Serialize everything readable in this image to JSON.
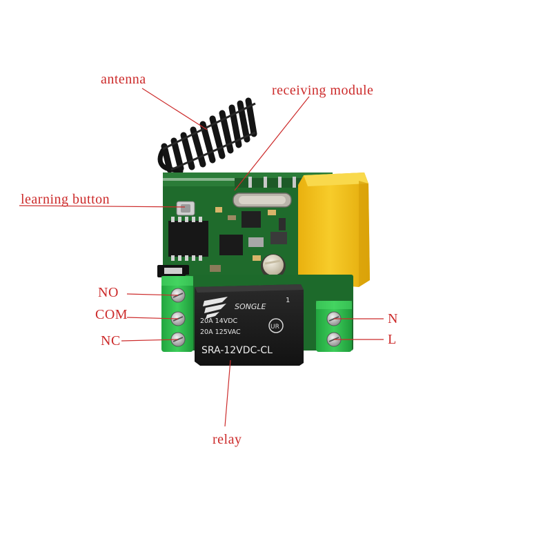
{
  "labels": {
    "antenna": "antenna",
    "receiving_module": "receiving module",
    "learning_button": "learning button",
    "no": "NO",
    "com": "COM",
    "nc": "NC",
    "n": "N",
    "l": "L",
    "relay": "relay"
  },
  "relay_markings": {
    "brand": "SONGLE",
    "pin": "1",
    "rating_dc": "20A 14VDC",
    "rating_ac": "20A 125VAC",
    "model": "SRA-12VDC-CL",
    "cert": "UR"
  },
  "icons": {
    "brand_logo": "songle-logo-icon",
    "cert_logo": "ur-mark-icon",
    "screw": "screw-terminal-icon"
  },
  "colors": {
    "label": "#cc2a2a",
    "pcb": "#1f6b2c",
    "capacitor": "#f3c21c",
    "terminal": "#2db84b",
    "relay_body": "#1c1c1c",
    "antenna": "#151515"
  }
}
